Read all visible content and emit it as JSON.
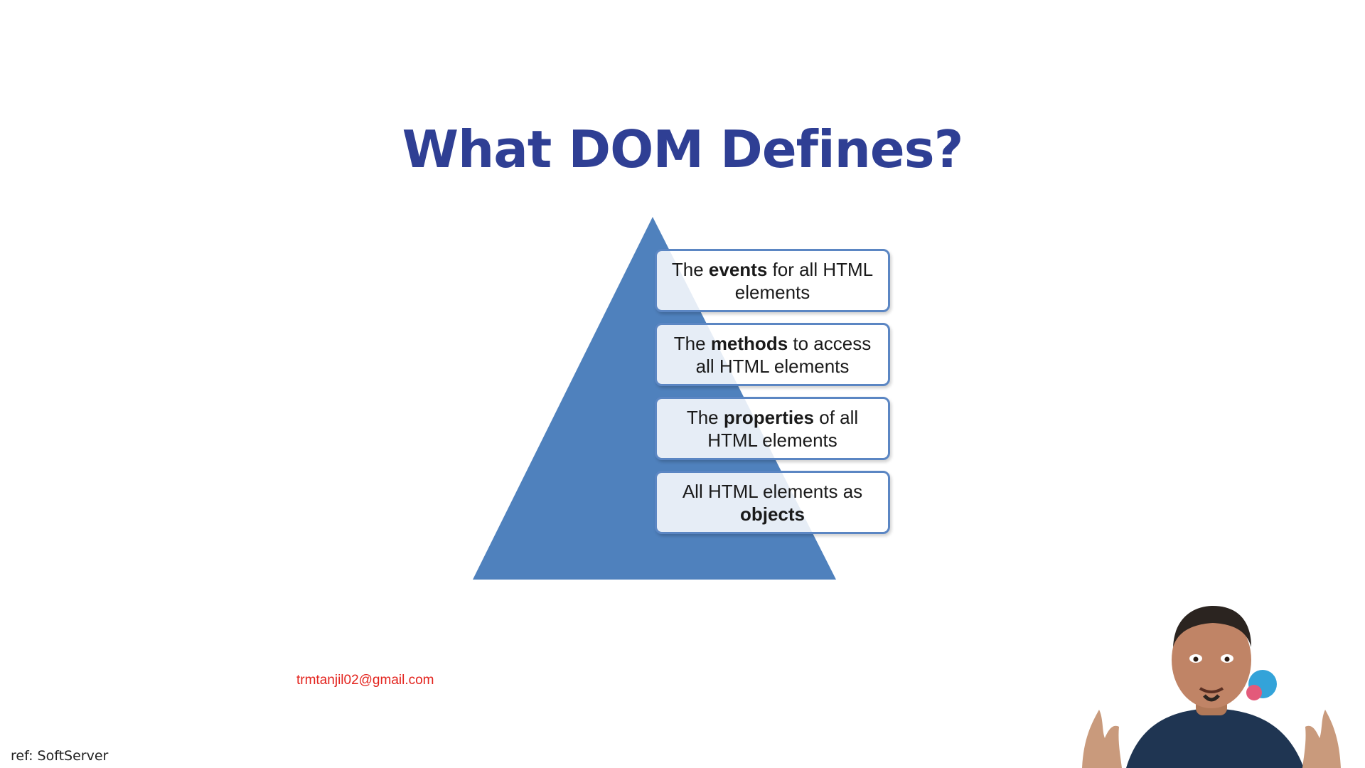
{
  "slide": {
    "title": "What DOM Defines?",
    "levels": [
      {
        "pre": "The ",
        "bold": "events",
        "post": " for all HTML elements"
      },
      {
        "pre": "The ",
        "bold": "methods",
        "post": " to access all HTML elements"
      },
      {
        "pre": "The ",
        "bold": "properties",
        "post": " of all HTML elements"
      },
      {
        "pre": "All HTML elements as ",
        "bold": "objects",
        "post": ""
      }
    ],
    "pyramid_color": "#4f81bd",
    "title_color": "#2f3f94"
  },
  "overlay": {
    "email": "trmtanjil02@gmail.com",
    "reference": "ref: SoftServer"
  }
}
